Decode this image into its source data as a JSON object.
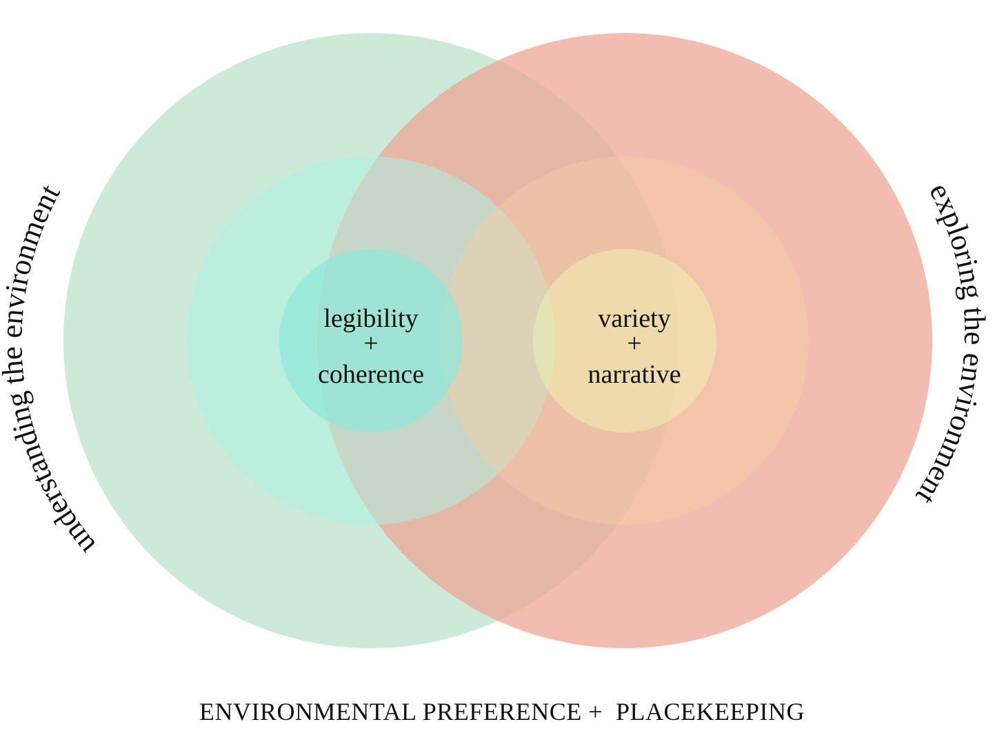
{
  "diagram": {
    "left_arc_label": "understanding the environment",
    "right_arc_label": "exploring the environment",
    "left_center": {
      "line1": "legibility",
      "line2": "+",
      "line3": "coherence"
    },
    "right_center": {
      "line1": "variety",
      "line2": "+",
      "line3": "narrative"
    },
    "caption": "ENVIRONMENTAL PREFERENCE +  PLACEKEEPING"
  },
  "colors": {
    "left_outer": "#c9ebd8",
    "right_outer": "#f1b8ad",
    "overlap": "#c6d2b0",
    "left_middle": "#b6f0e0",
    "left_inner": "#98e8dc",
    "right_middle": "#f0c6a8",
    "right_inner": "#dfe0b0"
  }
}
